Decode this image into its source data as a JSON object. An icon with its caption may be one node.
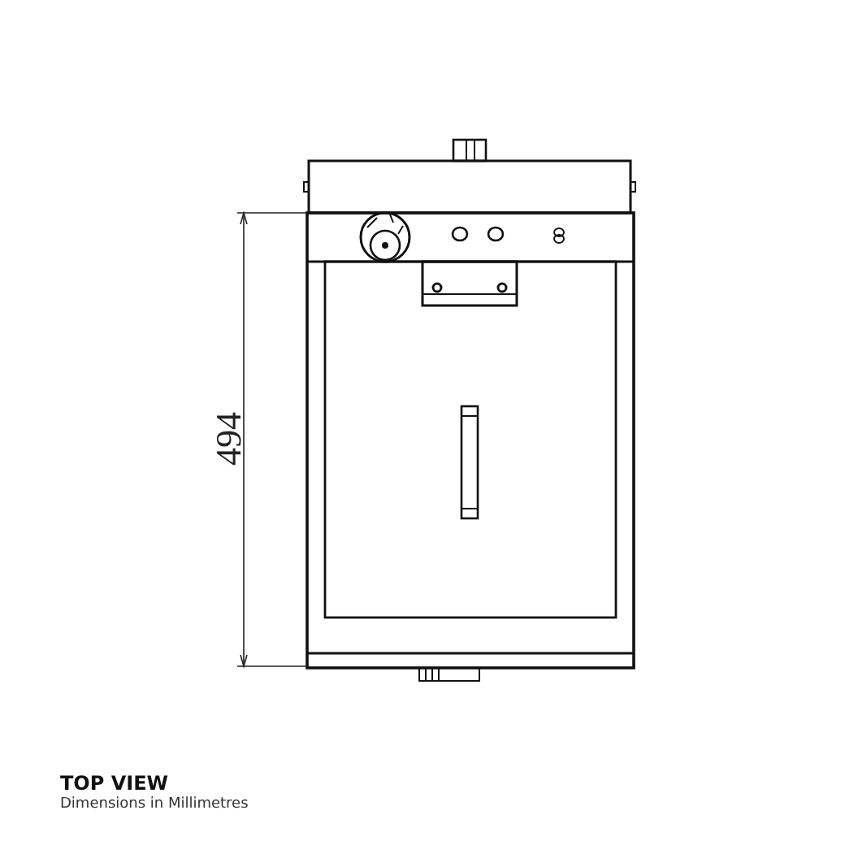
{
  "diagram": {
    "title": "TOP VIEW",
    "caption": "Dimensions in Millimetres",
    "labels": [
      "494"
    ]
  }
}
